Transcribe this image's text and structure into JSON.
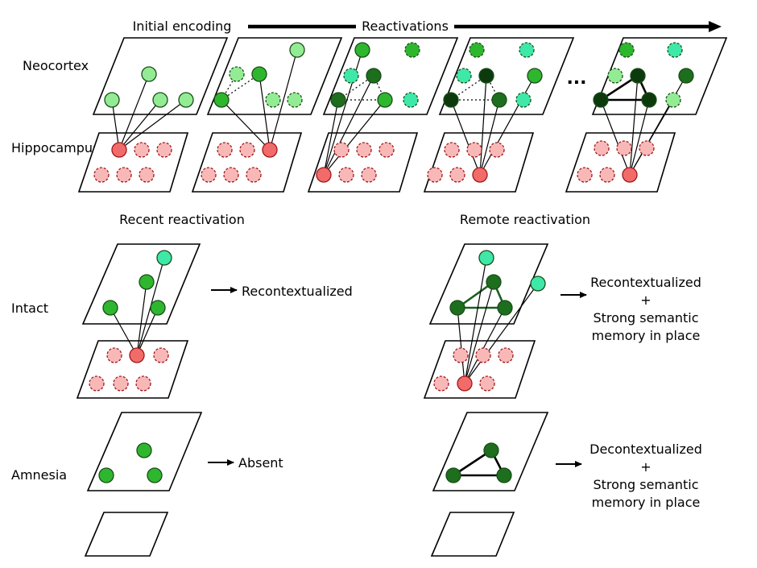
{
  "labels": {
    "initial_encoding": "Initial encoding",
    "reactivations": "Reactivations",
    "neocortex": "Neocortex",
    "hippocampus": "Hippocampus",
    "recent_reactivation": "Recent reactivation",
    "remote_reactivation": "Remote reactivation",
    "intact": "Intact",
    "amnesia": "Amnesia",
    "ellipsis": "...",
    "recontextualized": "Recontextualized",
    "absent": "Absent",
    "plus": "+",
    "strong_semantic": "Strong semantic",
    "memory_in_place": "memory in place",
    "decontextualized": "Decontextualized"
  },
  "colors": {
    "hippo_active": "#f26b6b",
    "hippo_inactive": "#f8b8b8",
    "neo_light": "#93ec93",
    "neo_mid": "#2fb62f",
    "neo_dark": "#1d6e1d",
    "neo_darkest": "#0d3a0d",
    "neo_cyan": "#3ee8a8"
  }
}
